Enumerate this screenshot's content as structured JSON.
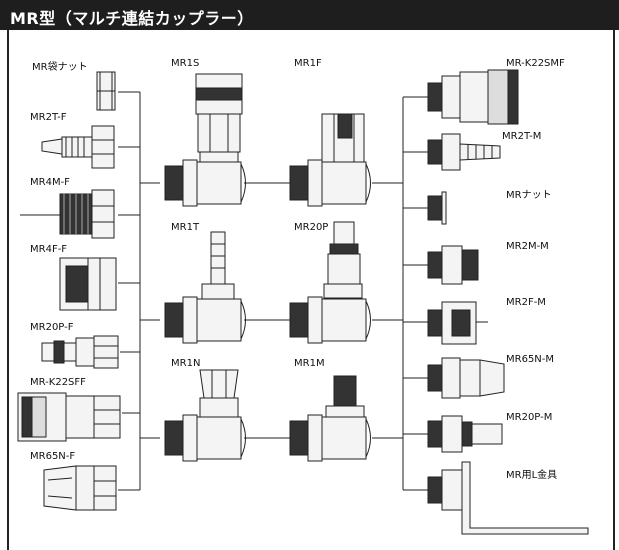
{
  "header": {
    "title": "MR型（マルチ連結カップラー）"
  },
  "colors": {
    "header_bg": "#1e1e1e",
    "line": "#222222",
    "fitting_fill": "#f4f4f4",
    "thread_fill": "#333333"
  },
  "labels": {
    "mr_bag_nut": "MR袋ナット",
    "mr2t_f": "MR2T-F",
    "mr4m_f": "MR4M-F",
    "mr4f_f": "MR4F-F",
    "mr20p_f": "MR20P-F",
    "mr_k22sff": "MR-K22SFF",
    "mr65n_f": "MR65N-F",
    "mr1s": "MR1S",
    "mr1f": "MR1F",
    "mr1t": "MR1T",
    "mr20p": "MR20P",
    "mr1n": "MR1N",
    "mr1m": "MR1M",
    "mr_k22smf": "MR-K22SMF",
    "mr2t_m": "MR2T-M",
    "mr_nut": "MRナット",
    "mr2m_m": "MR2M-M",
    "mr2f_m": "MR2F-M",
    "mr65n_m": "MR65N-M",
    "mr20p_m": "MR20P-M",
    "mr_l_bracket": "MR用L金具"
  }
}
